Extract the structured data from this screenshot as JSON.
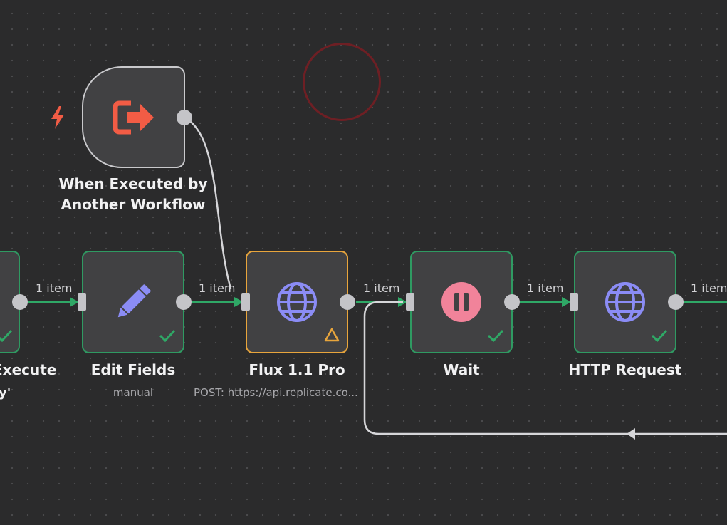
{
  "canvas": {
    "background": "#2b2b2c",
    "grid_dot_color": "#4b4b4e"
  },
  "colors": {
    "node_fill": "#414143",
    "success_border": "#2f9a62",
    "warning_border": "#e8a53c",
    "connector": "#2fa866",
    "loop_connector": "#d6d6d9",
    "trigger_icon": "#f25c45",
    "edit_icon": "#8b8cf5",
    "globe_icon": "#8b8cf5",
    "wait_icon": "#f1839a"
  },
  "nodes": {
    "partial_left": {
      "title": "Execute",
      "subtitle_fragment": "y'",
      "status_icon": "check-icon"
    },
    "trigger": {
      "title_line1": "When Executed by",
      "title_line2": "Another Workflow",
      "icon": "sign-out-icon",
      "badge_icon": "lightning-bolt-icon"
    },
    "edit_fields": {
      "title": "Edit Fields",
      "subtitle": "manual",
      "icon": "pencil-icon",
      "status_icon": "check-icon"
    },
    "flux": {
      "title": "Flux 1.1 Pro",
      "subtitle": "POST: https://api.replicate.co...",
      "icon": "globe-icon",
      "status_icon": "warning-triangle-icon"
    },
    "wait": {
      "title": "Wait",
      "icon": "pause-icon",
      "status_icon": "check-icon"
    },
    "http_request": {
      "title": "HTTP Request",
      "icon": "globe-icon",
      "status_icon": "check-icon"
    }
  },
  "edges": [
    {
      "label": "1 item"
    },
    {
      "label": "1 item"
    },
    {
      "label": "1 item"
    },
    {
      "label": "1 item"
    },
    {
      "label": "1 item"
    }
  ]
}
